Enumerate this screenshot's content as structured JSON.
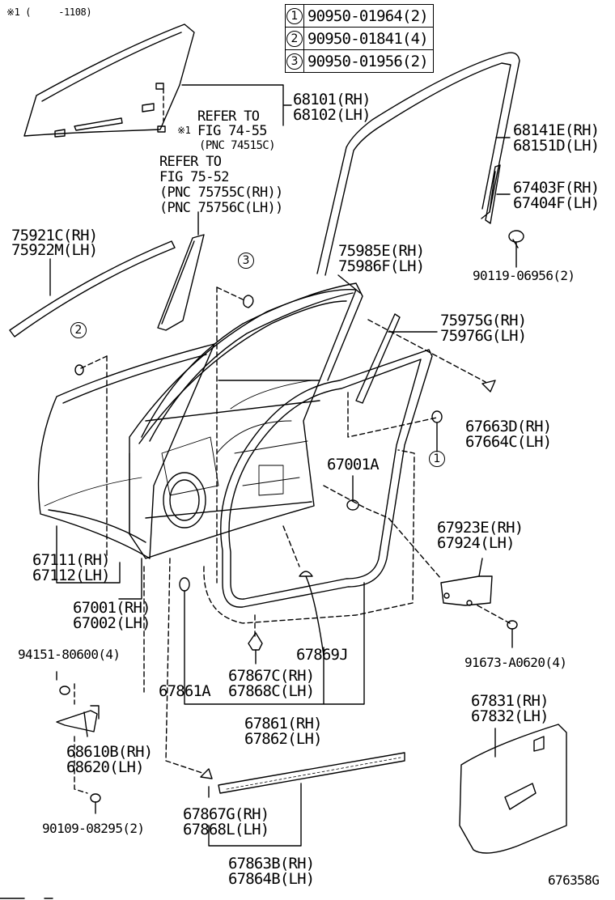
{
  "header_note": "※1 (     -1108)",
  "legend": [
    {
      "marker": "1",
      "part_no": "90950-01964(2)"
    },
    {
      "marker": "2",
      "part_no": "90950-01841(4)"
    },
    {
      "marker": "3",
      "part_no": "90950-01956(2)"
    }
  ],
  "refs": {
    "ref1_line1": "REFER TO",
    "ref1_line2": "FIG 74-55",
    "ref1_mark": "※1",
    "ref1_pnc": "(PNC 74515C)",
    "ref2_line1": "REFER TO",
    "ref2_line2": "FIG 75-52",
    "ref2_pnc1": "(PNC 75755C(RH))",
    "ref2_pnc2": "(PNC 75756C(LH))"
  },
  "callouts": {
    "c1": "1",
    "c2": "2",
    "c3": "3"
  },
  "labels": {
    "p68101": "68101(RH)",
    "p68102": "68102(LH)",
    "p68141": "68141E(RH)",
    "p68151": "68151D(LH)",
    "p67403": "67403F(RH)",
    "p67404": "67404F(LH)",
    "p90119": "90119-06956(2)",
    "p75921": "75921C(RH)",
    "p75922": "75922M(LH)",
    "p75985": "75985E(RH)",
    "p75986": "75986F(LH)",
    "p75975": "75975G(RH)",
    "p75976": "75976G(LH)",
    "p67663": "67663D(RH)",
    "p67664": "67664C(LH)",
    "p67001A": "67001A",
    "p67923": "67923E(RH)",
    "p67924": "67924(LH)",
    "p67111": "67111(RH)",
    "p67112": "67112(LH)",
    "p67001": "67001(RH)",
    "p67002": "67002(LH)",
    "p94151": "94151-80600(4)",
    "p91673": "91673-A0620(4)",
    "p67869J": "67869J",
    "p67867C": "67867C(RH)",
    "p67868C": "67868C(LH)",
    "p67861A": "67861A",
    "p67861": "67861(RH)",
    "p67862": "67862(LH)",
    "p67831": "67831(RH)",
    "p67832": "67832(LH)",
    "p68610": "68610B(RH)",
    "p68620": "68620(LH)",
    "p90109": "90109-08295(2)",
    "p67867G": "67867G(RH)",
    "p67868L": "67868L(LH)",
    "p67863": "67863B(RH)",
    "p67864": "67864B(LH)"
  },
  "figure_id": "676358G"
}
